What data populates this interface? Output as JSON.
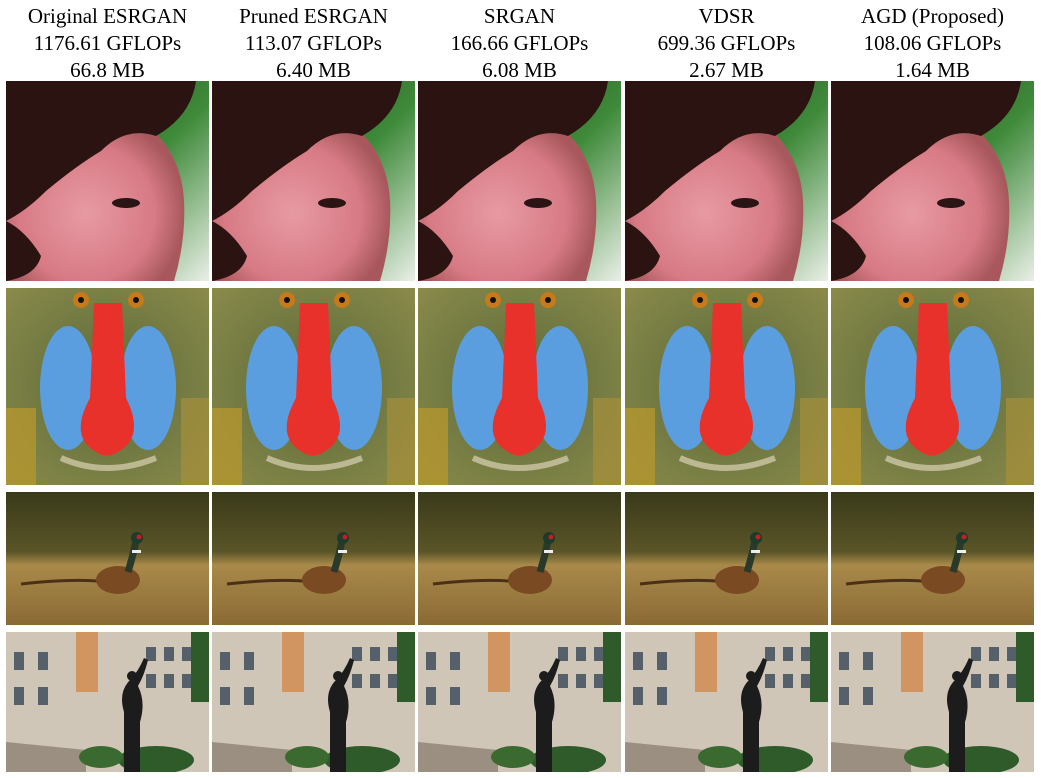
{
  "columns": [
    {
      "method": "Original ESRGAN",
      "gflops": "1176.61 GFLOPs",
      "size": "66.8 MB"
    },
    {
      "method": "Pruned ESRGAN",
      "gflops": "113.07 GFLOPs",
      "size": "6.40 MB"
    },
    {
      "method": "SRGAN",
      "gflops": "166.66 GFLOPs",
      "size": "6.08 MB"
    },
    {
      "method": "VDSR",
      "gflops": "699.36 GFLOPs",
      "size": "2.67 MB"
    },
    {
      "method": "AGD (Proposed)",
      "gflops": "108.06 GFLOPs",
      "size": "1.64 MB"
    }
  ],
  "image_rows": [
    "child-face-photo",
    "mandrill-photo",
    "pheasant-photo",
    "building-statue-photo"
  ],
  "palette": {
    "face_bg_green": "#3f8a3a",
    "face_skin": "#d77a85",
    "hair": "#2a1310",
    "mandrill_blue": "#5a9ee0",
    "mandrill_red": "#e8312a",
    "grass": "#a98a4a",
    "building_stone": "#cfc6b8",
    "hedge_green": "#2f5a2a"
  }
}
